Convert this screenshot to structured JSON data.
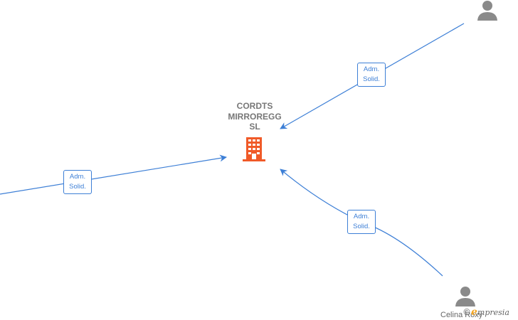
{
  "company": {
    "name_lines": [
      "CORDTS",
      "MIRROREGG",
      "SL"
    ],
    "icon": "building-icon",
    "color": "#f05a28"
  },
  "edges": [
    {
      "role_line1": "Adm.",
      "role_line2": "Solid."
    },
    {
      "role_line1": "Adm.",
      "role_line2": "Solid."
    },
    {
      "role_line1": "Adm.",
      "role_line2": "Solid."
    }
  ],
  "persons": [
    {
      "name": "",
      "icon": "person-icon"
    },
    {
      "name": "Celina Roxy",
      "icon": "person-icon"
    }
  ],
  "watermark": {
    "copyright": "©",
    "brand_initial": "e",
    "brand_rest": "mpresia"
  },
  "colors": {
    "edge": "#3d7fd6",
    "person": "#8a8a8a",
    "text": "#777777"
  }
}
